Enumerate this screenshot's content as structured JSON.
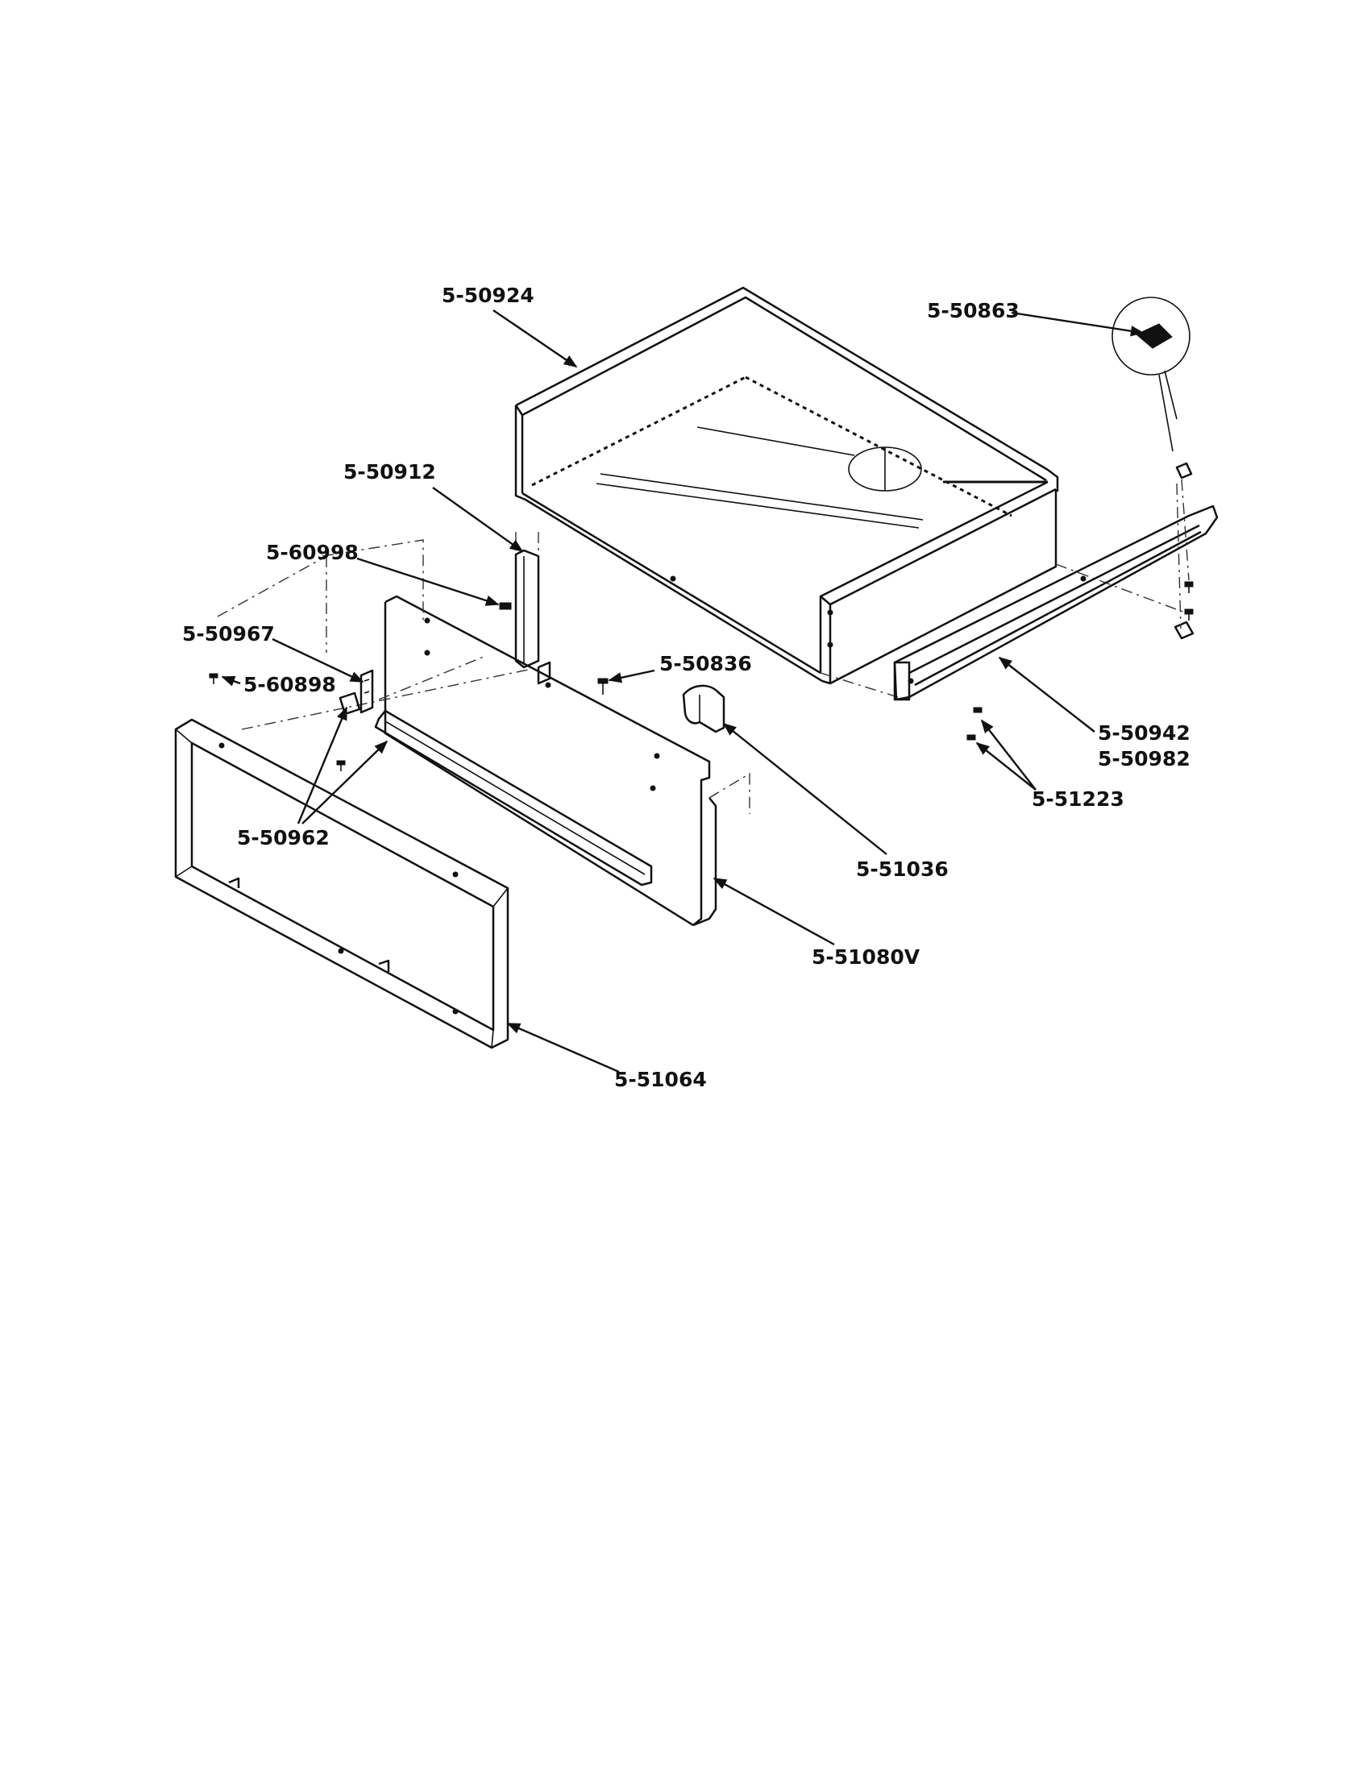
{
  "labels": {
    "p50924": "5-50924",
    "p50863": "5-50863",
    "p50912": "5-50912",
    "p60998": "5-60998",
    "p50967": "5-50967",
    "p60898": "5-60898",
    "p50836": "5-50836",
    "p50942": "5-50942",
    "p50982": "5-50982",
    "p51223": "5-51223",
    "p50962": "5-50962",
    "p51036": "5-51036",
    "p51080v": "5-51080V",
    "p51064": "5-51064"
  }
}
